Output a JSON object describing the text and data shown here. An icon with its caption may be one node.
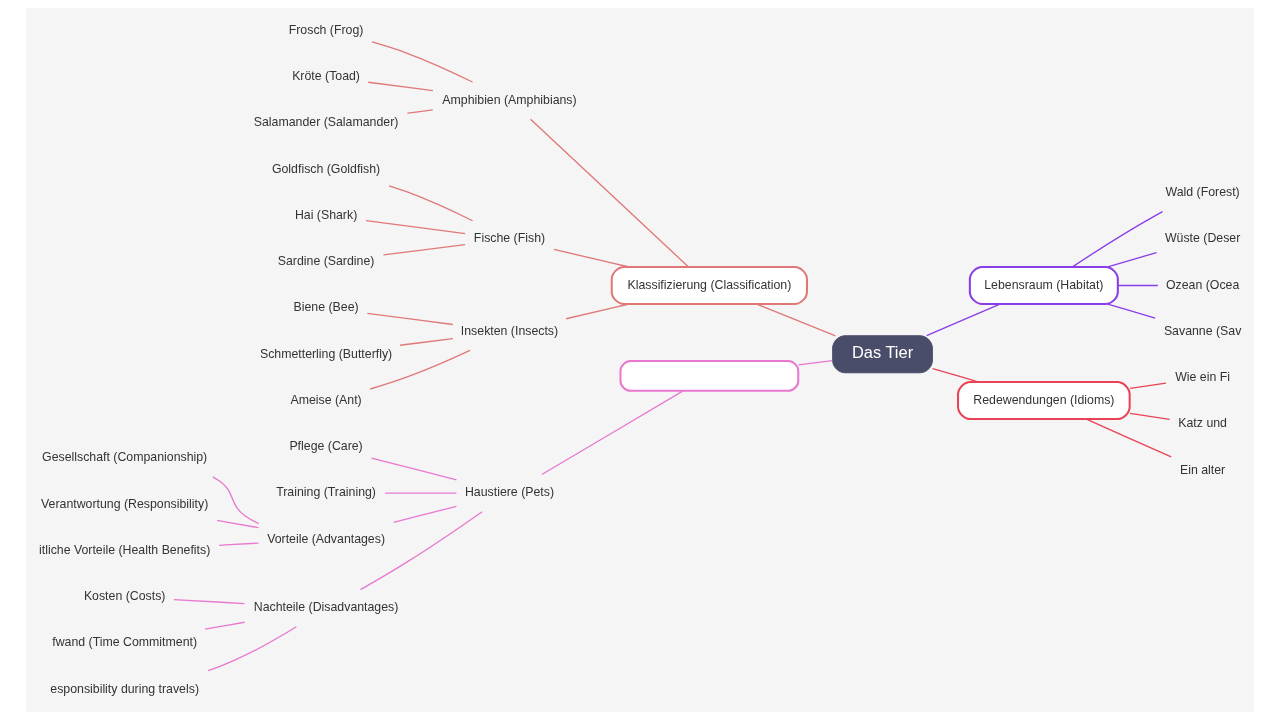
{
  "diagram": {
    "nodes": [
      {
        "text": [
          "Das Tier"
        ]
      },
      {
        "text": [
          "Klassifizierung (Classification)"
        ]
      },
      {
        "text": [
          "Amphibien (Amphibians)"
        ]
      },
      {
        "text": [
          "Frosch (Frog)"
        ]
      },
      {
        "text": [
          "Kröte (Toad)"
        ]
      },
      {
        "text": [
          "Salamander (Salamander)"
        ]
      },
      {
        "text": [
          "Fische (Fish)"
        ]
      },
      {
        "text": [
          "Goldfisch (Goldfish)"
        ]
      },
      {
        "text": [
          "Hai (Shark)"
        ]
      },
      {
        "text": [
          "Sardine (Sardine)"
        ]
      },
      {
        "text": [
          "Insekten (Insects)"
        ]
      },
      {
        "text": [
          "Biene (Bee)"
        ]
      },
      {
        "text": [
          "Schmetterling (Butterfly)"
        ]
      },
      {
        "text": [
          "Ameise (Ant)"
        ]
      },
      {
        "text": [
          "Lebensraum (Habitat)"
        ]
      },
      {
        "text": [
          "Wald (Forest)"
        ]
      },
      {
        "text": [
          "Wüste (Deser"
        ]
      },
      {
        "text": [
          "Ozean (Ocea"
        ]
      },
      {
        "text": [
          "Savanne (Sav"
        ]
      },
      {
        "text": [
          "Redewendungen (Idioms)"
        ]
      },
      {
        "text": [
          "Wie ein Fi"
        ]
      },
      {
        "text": [
          "Katz und"
        ]
      },
      {
        "text": [
          "Ein alter"
        ]
      },
      {
        "text": [],
        "shape": "box"
      },
      {
        "text": [
          "Haustiere (Pets)"
        ]
      },
      {
        "text": [
          "Pflege (Care)"
        ]
      },
      {
        "text": [
          "Training (Training)"
        ]
      },
      {
        "text": [
          "Vorteile (Advantages)"
        ]
      },
      {
        "text": [
          "Gesellschaft (Companionship)"
        ]
      },
      {
        "text": [
          "Verantwortung (Responsibility)"
        ]
      },
      {
        "text": [
          "itliche Vorteile (Health Benefits)"
        ]
      },
      {
        "text": [
          "Nachteile (Disadvantages)"
        ]
      },
      {
        "text": [
          "Kosten (Costs)"
        ]
      },
      {
        "text": [
          "fwand (Time Commitment)"
        ]
      },
      {
        "text": [
          "esponsibility during travels)"
        ]
      }
    ],
    "edges": [
      {
        "from": 0,
        "to": 1,
        "arrow": "none",
        "color": "#e07878"
      },
      {
        "from": 1,
        "to": 2,
        "arrow": "none",
        "color": "#e07878"
      },
      {
        "from": 2,
        "to": 3,
        "arrow": "none",
        "color": "#e07878"
      },
      {
        "from": 2,
        "to": 4,
        "arrow": "none",
        "color": "#e07878"
      },
      {
        "from": 2,
        "to": 5,
        "arrow": "none",
        "color": "#e07878"
      },
      {
        "from": 1,
        "to": 6,
        "arrow": "none",
        "color": "#e07878"
      },
      {
        "from": 6,
        "to": 7,
        "arrow": "none",
        "color": "#e07878"
      },
      {
        "from": 6,
        "to": 8,
        "arrow": "none",
        "color": "#e07878"
      },
      {
        "from": 6,
        "to": 9,
        "arrow": "none",
        "color": "#e07878"
      },
      {
        "from": 1,
        "to": 10,
        "arrow": "none",
        "color": "#e07878"
      },
      {
        "from": 10,
        "to": 11,
        "arrow": "none",
        "color": "#e07878"
      },
      {
        "from": 10,
        "to": 12,
        "arrow": "none",
        "color": "#e07878"
      },
      {
        "from": 10,
        "to": 13,
        "arrow": "none",
        "color": "#e07878"
      },
      {
        "from": 0,
        "to": 14,
        "arrow": "none",
        "color": "#8a3ee8"
      },
      {
        "from": 14,
        "to": 15,
        "arrow": "none",
        "color": "#8a3ee8"
      },
      {
        "from": 14,
        "to": 16,
        "arrow": "none",
        "color": "#8a3ee8"
      },
      {
        "from": 14,
        "to": 17,
        "arrow": "none",
        "color": "#8a3ee8"
      },
      {
        "from": 14,
        "to": 18,
        "arrow": "none",
        "color": "#8a3ee8"
      },
      {
        "from": 0,
        "to": 19,
        "arrow": "none",
        "color": "#e84455"
      },
      {
        "from": 19,
        "to": 20,
        "arrow": "none",
        "color": "#e84455"
      },
      {
        "from": 19,
        "to": 21,
        "arrow": "none",
        "color": "#e84455"
      },
      {
        "from": 19,
        "to": 22,
        "arrow": "none",
        "color": "#e84455"
      },
      {
        "from": 0,
        "to": 23,
        "arrow": "none",
        "color": "#e878d0"
      },
      {
        "from": 23,
        "to": 24,
        "arrow": "none",
        "color": "#e878d0"
      },
      {
        "from": 24,
        "to": 25,
        "arrow": "none",
        "color": "#e878d0"
      },
      {
        "from": 24,
        "to": 26,
        "arrow": "none",
        "color": "#e878d0"
      },
      {
        "from": 24,
        "to": 27,
        "arrow": "none",
        "color": "#e878d0"
      },
      {
        "from": 27,
        "to": 28,
        "arrow": "none",
        "color": "#e878d0"
      },
      {
        "from": 27,
        "to": 29,
        "arrow": "none",
        "color": "#e878d0"
      },
      {
        "from": 27,
        "to": 30,
        "arrow": "none",
        "color": "#e878d0"
      },
      {
        "from": 24,
        "to": 31,
        "arrow": "none",
        "color": "#e878d0"
      },
      {
        "from": 31,
        "to": 32,
        "arrow": "none",
        "color": "#e878d0"
      },
      {
        "from": 31,
        "to": 33,
        "arrow": "none",
        "color": "#e878d0"
      },
      {
        "from": 31,
        "to": 34,
        "arrow": "none",
        "color": "#e878d0"
      }
    ]
  }
}
